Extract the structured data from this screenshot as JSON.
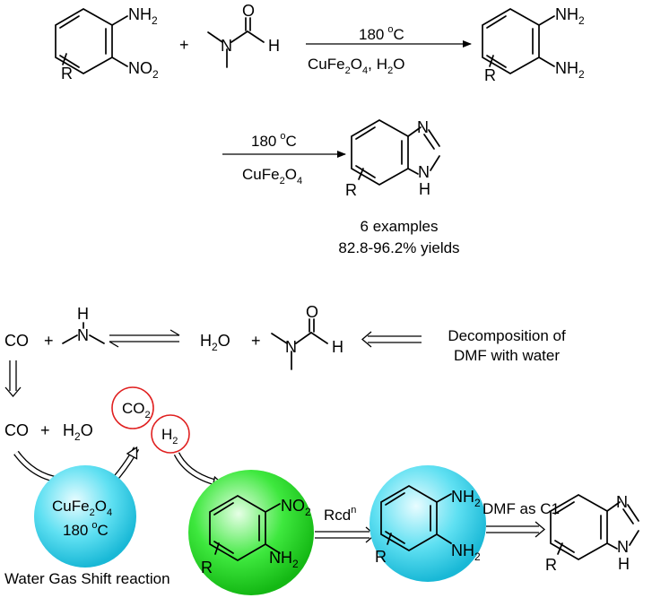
{
  "scheme": {
    "labels": {
      "nh2": "NH",
      "no2": "NO",
      "r": "R",
      "o": "O",
      "n": "N",
      "h": "H",
      "plus": "+",
      "sub2": "2",
      "sub4": "4",
      "temp": "180",
      "temp_deg": "o",
      "temp_c": "C",
      "cufe": "CuFe",
      "cufe_o": "O",
      "water_h": "H",
      "water_o": "O",
      "comma": ",",
      "co": "CO",
      "co2_c": "CO",
      "rcd": "Rcd",
      "rcd_sup": "n",
      "dmf_c1": "DMF as C1",
      "examples": "6 examples",
      "yields": "82.8-96.2% yields",
      "decomp_line1": "Decomposition of",
      "decomp_line2": "DMF with water",
      "wgs": "Water Gas Shift reaction"
    },
    "colors": {
      "cyan_sphere": "#33d6ee",
      "green_sphere": "#22dd22",
      "red_circle": "#e02020",
      "ink": "#000000"
    }
  }
}
